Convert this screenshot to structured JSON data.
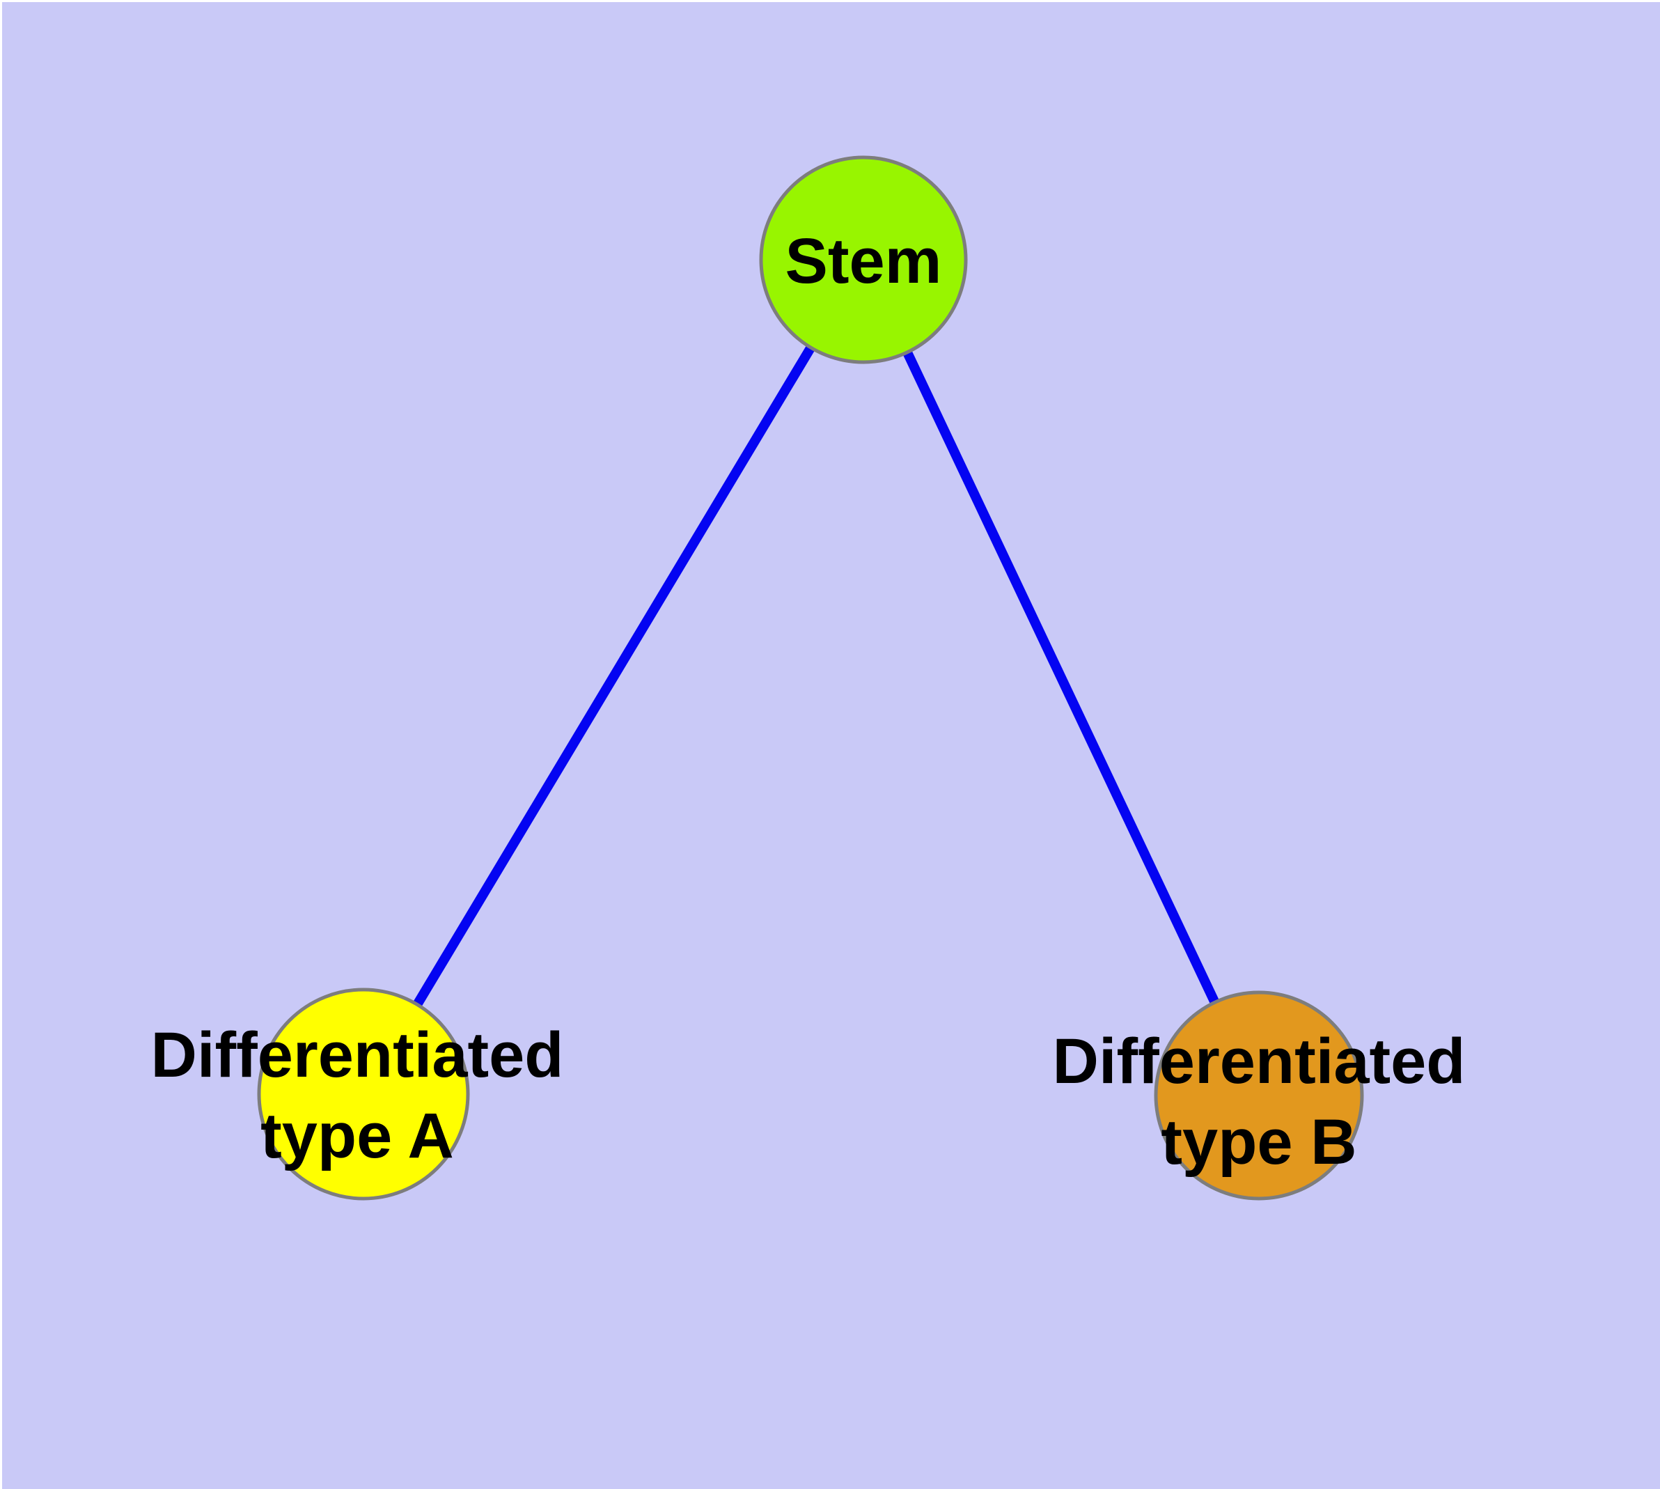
{
  "canvas": {
    "background": "#c9c9f7",
    "margin_color": "#ffffff"
  },
  "edges": {
    "color": "#0404f2",
    "list": [
      {
        "from": "stem",
        "to": "type_a"
      },
      {
        "from": "stem",
        "to": "type_b"
      }
    ]
  },
  "node_style": {
    "border_color": "#7d7d7d"
  },
  "nodes": {
    "stem": {
      "label": "Stem",
      "fill": "#98f500"
    },
    "type_a": {
      "line1": "Differentiated",
      "line2": "type A",
      "fill": "#ffff00"
    },
    "type_b": {
      "line1": "Differentiated",
      "line2": "type B",
      "fill": "#e2981e"
    }
  }
}
